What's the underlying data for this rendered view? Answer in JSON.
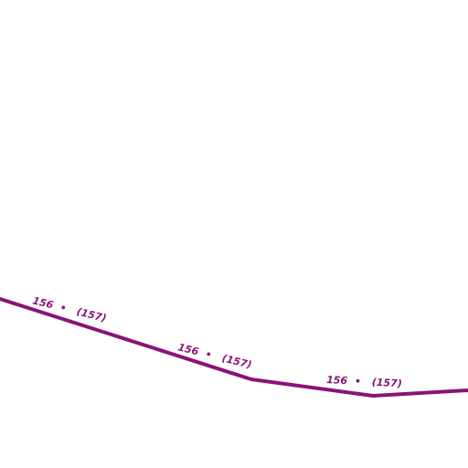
{
  "map": {
    "background_color": "#ffffff",
    "route": {
      "color": "#8a1378",
      "labels": [
        {
          "number": "156",
          "separator": "•",
          "alt_number": "(157)"
        },
        {
          "number": "156",
          "separator": "•",
          "alt_number": "(157)"
        },
        {
          "number": "156",
          "separator": "•",
          "alt_number": "(157)"
        }
      ]
    }
  }
}
